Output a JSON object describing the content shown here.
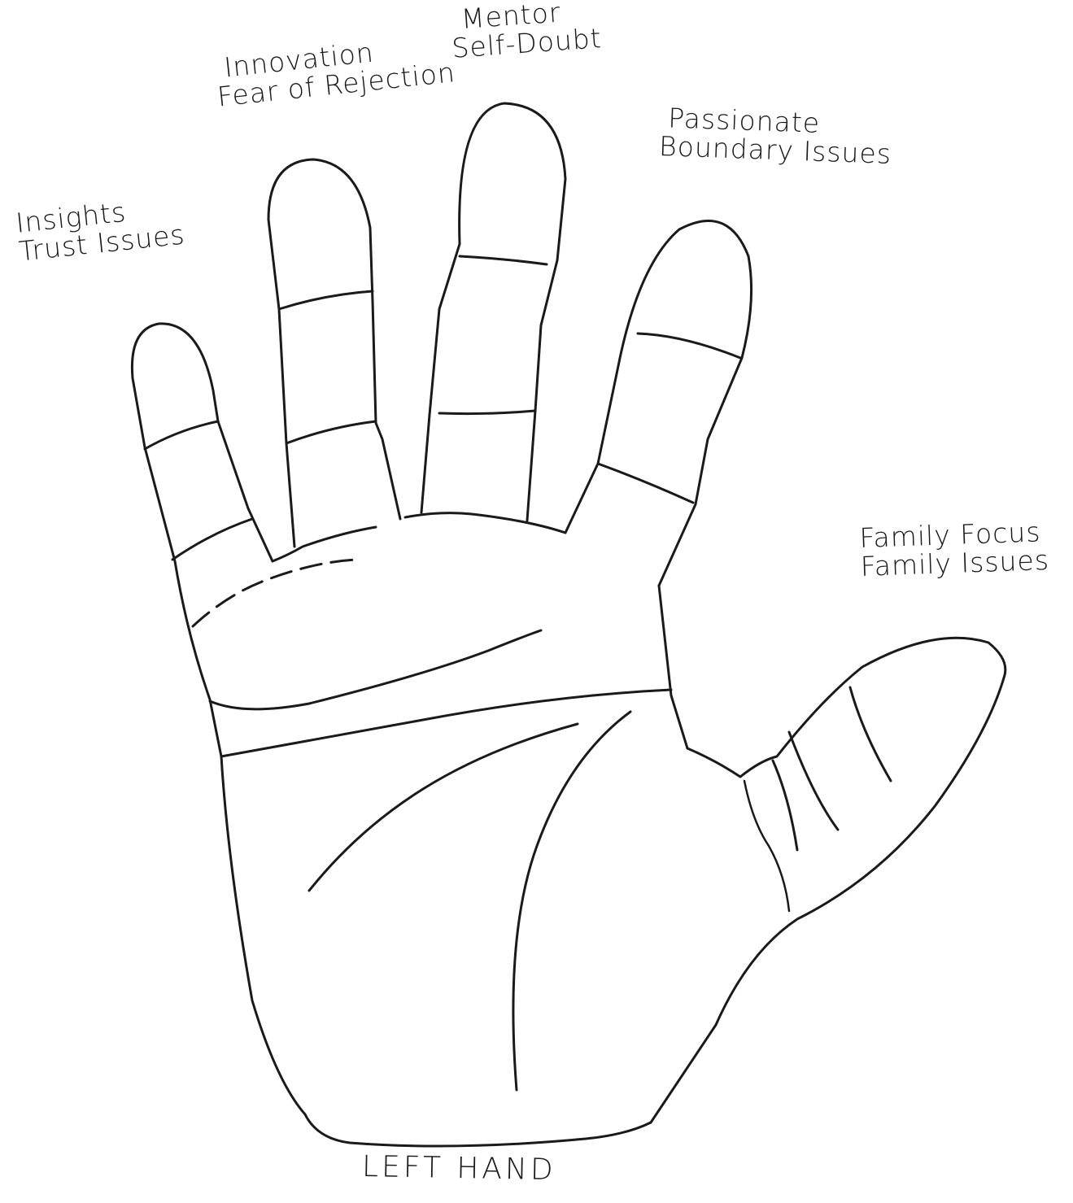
{
  "labels": {
    "index_finger": {
      "line1": "Insights",
      "line2": "Trust Issues"
    },
    "middle_finger": {
      "line1": "Innovation",
      "line2": "Fear of Rejection"
    },
    "ring_finger": {
      "line1": "Mentor",
      "line2": "Self-Doubt"
    },
    "pinky_finger": {
      "line1": "Passionate",
      "line2": "Boundary Issues"
    },
    "thumb": {
      "line1": "Family Focus",
      "line2": "Family Issues"
    }
  },
  "title": "LEFT HAND",
  "colors": {
    "ink": "#1a1a1a",
    "paper": "#ffffff"
  }
}
